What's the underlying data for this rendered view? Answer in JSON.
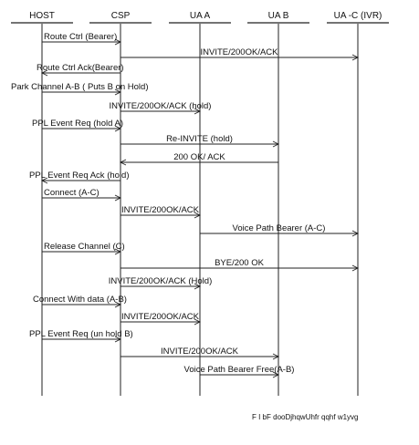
{
  "participants": [
    {
      "id": "host",
      "label": "HOST"
    },
    {
      "id": "csp",
      "label": "CSP"
    },
    {
      "id": "uaa",
      "label": "UA A"
    },
    {
      "id": "uab",
      "label": "UA B"
    },
    {
      "id": "uac",
      "label": "UA -C (IVR)"
    }
  ],
  "messages": [
    {
      "from": "host",
      "to": "csp",
      "label": "Route Ctrl (Bearer)"
    },
    {
      "from": "csp",
      "to": "uac",
      "label": "INVITE/200OK/ACK"
    },
    {
      "from": "csp",
      "to": "host",
      "label": "Route Ctrl Ack(Bearer)"
    },
    {
      "from": "host",
      "to": "csp",
      "label": "Park Channel A-B ( Puts B on Hold)"
    },
    {
      "from": "csp",
      "to": "uaa",
      "label": "INVITE/200OK/ACK (hold)"
    },
    {
      "from": "host",
      "to": "csp",
      "label": "PPL Event Req (hold A)"
    },
    {
      "from": "csp",
      "to": "uab",
      "label": "Re-INVITE (hold)"
    },
    {
      "from": "uab",
      "to": "csp",
      "label": "200 OK/ ACK"
    },
    {
      "from": "csp",
      "to": "host",
      "label": "PPL Event Req Ack (hold)"
    },
    {
      "from": "host",
      "to": "csp",
      "label": "Connect (A-C)"
    },
    {
      "from": "csp",
      "to": "uaa",
      "label": "INVITE/200OK/ACK"
    },
    {
      "from": "uaa",
      "to": "uac",
      "label": "Voice Path Bearer (A-C)"
    },
    {
      "from": "host",
      "to": "csp",
      "label": "Release Channel (C)"
    },
    {
      "from": "csp",
      "to": "uac",
      "label": "BYE/200 OK"
    },
    {
      "from": "csp",
      "to": "uaa",
      "label": "INVITE/200OK/ACK (Hold)"
    },
    {
      "from": "host",
      "to": "csp",
      "label": "Connect With data (A-B)"
    },
    {
      "from": "csp",
      "to": "uaa",
      "label": "INVITE/200OK/ACK"
    },
    {
      "from": "host",
      "to": "csp",
      "label": "PPL Event Req (un hold B)"
    },
    {
      "from": "csp",
      "to": "uab",
      "label": "INVITE/200OK/ACK"
    },
    {
      "from": "uaa",
      "to": "uab",
      "label": "Voice Path Bearer Free(A-B)"
    }
  ],
  "caption": "F I bF dooDjhqwUhfr qqhf w1yvg"
}
